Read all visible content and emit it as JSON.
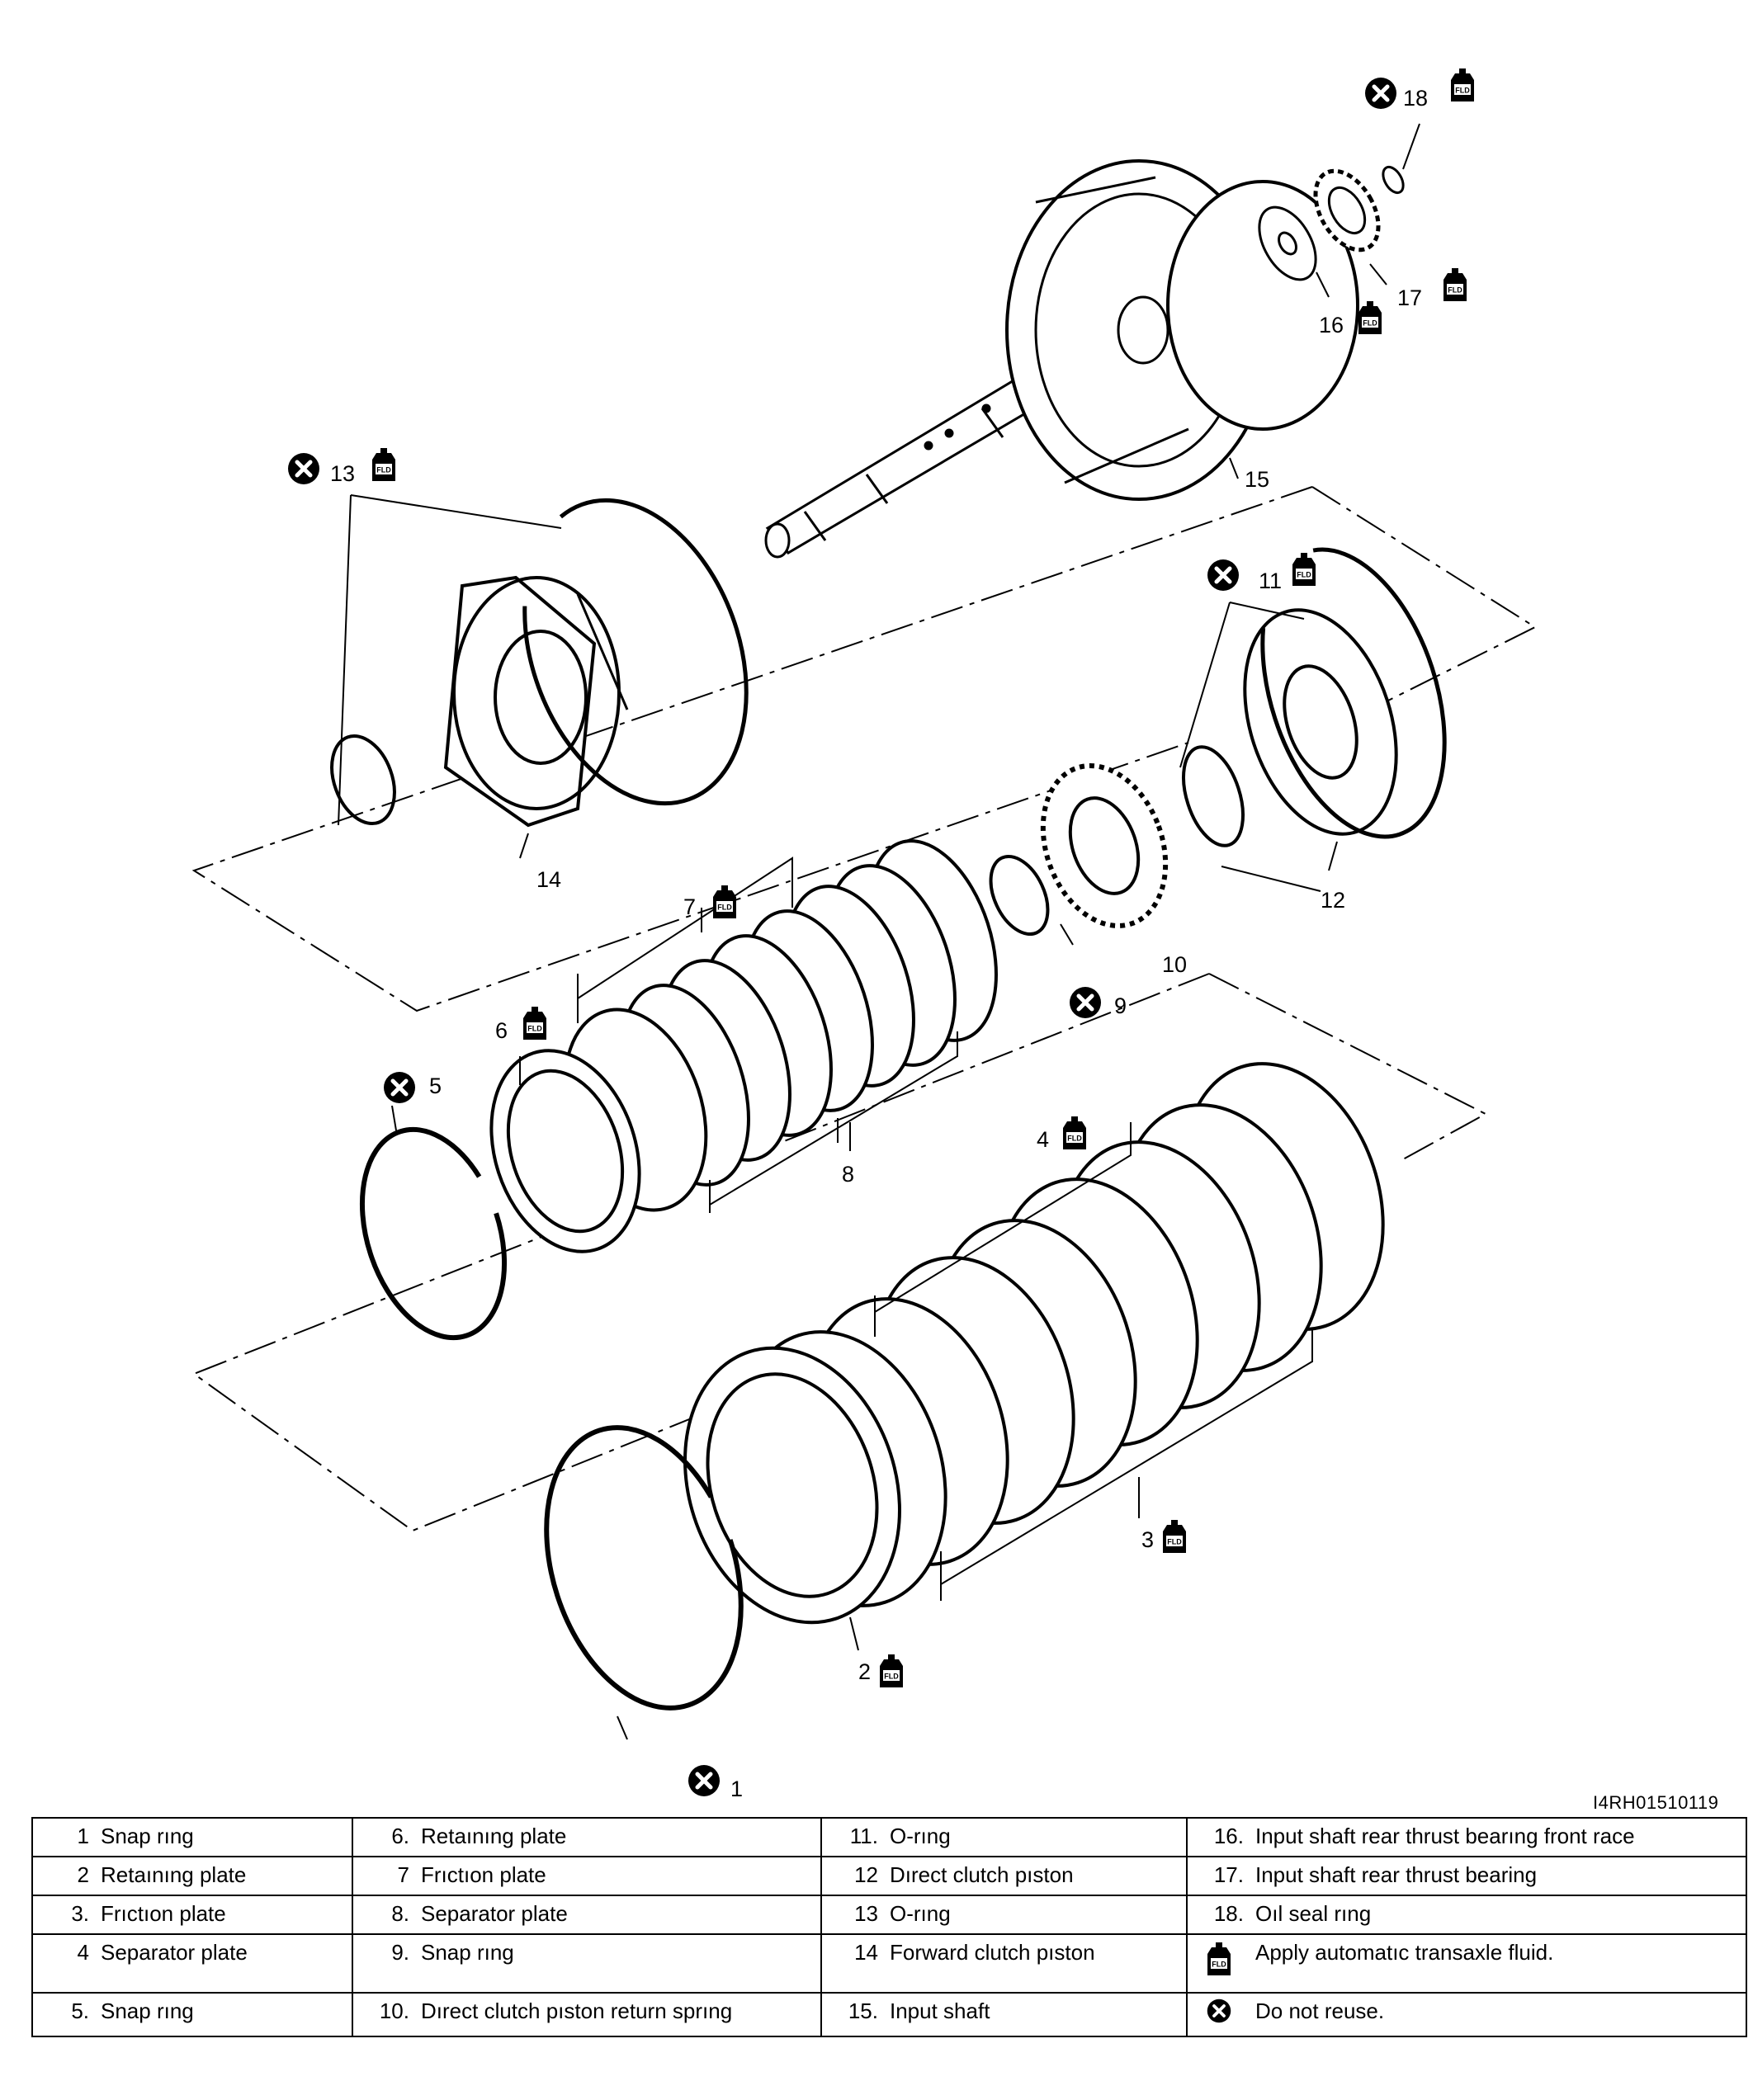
{
  "figure_id": "I4RH01510119",
  "callouts": [
    "1",
    "2",
    "3",
    "4",
    "5",
    "6",
    "7",
    "8",
    "9",
    "10",
    "11",
    "12",
    "13",
    "14",
    "15",
    "16",
    "17",
    "18"
  ],
  "fluid_icon": {
    "label": "FLD",
    "name": "fluid-bottle-icon"
  },
  "no_reuse_icon": {
    "name": "x-circle-icon"
  },
  "legend": {
    "rows": [
      [
        {
          "n": "1",
          "t": "Snap rıng"
        },
        {
          "n": "6.",
          "t": "Retaınıng plate"
        },
        {
          "n": "11.",
          "t": "O-rıng"
        },
        {
          "n": "16.",
          "t": "Input shaft rear thrust bearıng front race"
        }
      ],
      [
        {
          "n": "2",
          "t": "Retaınıng plate"
        },
        {
          "n": "7",
          "t": "Frıctıon plate"
        },
        {
          "n": "12",
          "t": "Dırect clutch pıston"
        },
        {
          "n": "17.",
          "t": "Input shaft rear thrust bearing"
        }
      ],
      [
        {
          "n": "3.",
          "t": "Frıctıon plate"
        },
        {
          "n": "8.",
          "t": "Separator plate"
        },
        {
          "n": "13",
          "t": "O-rıng"
        },
        {
          "n": "18.",
          "t": "Oıl seal rıng"
        }
      ],
      [
        {
          "n": "4",
          "t": "Separator plate"
        },
        {
          "n": "9.",
          "t": "Snap rıng"
        },
        {
          "n": "14",
          "t": "Forward clutch pıston"
        },
        {
          "n": "",
          "t": "Apply automatıc transaxle fluid."
        }
      ],
      [
        {
          "n": "5.",
          "t": "Snap rıng"
        },
        {
          "n": "10.",
          "t": "Dırect clutch pıston return sprıng"
        },
        {
          "n": "15.",
          "t": "Input shaft"
        },
        {
          "n": "",
          "t": "Do not reuse."
        }
      ]
    ]
  }
}
